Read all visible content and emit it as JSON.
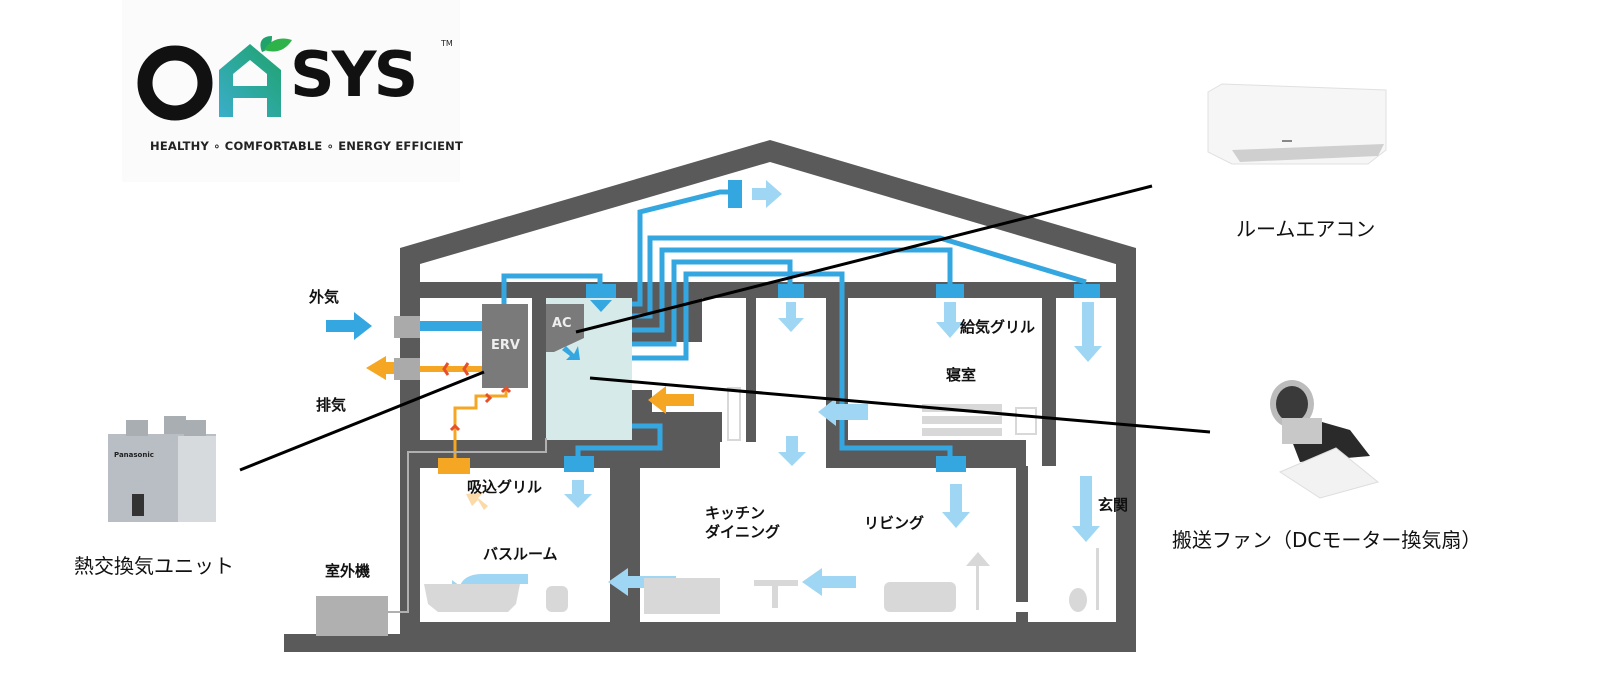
{
  "logo": {
    "brand": "OASYS",
    "letters": [
      "O",
      "A",
      "S",
      "Y",
      "S"
    ],
    "trademark": "TM",
    "tagline": "HEALTHY ∘ COMFORTABLE ∘ ENERGY EFFICIENT"
  },
  "labels": {
    "outside_air": "外気",
    "exhaust_air": "排気",
    "erv": "ERV",
    "ac": "AC",
    "supply_grille": "給気グリル",
    "bedroom": "寝室",
    "intake_grille": "吸込グリル",
    "bathroom": "バスルーム",
    "kitchen_line1": "キッチン",
    "kitchen_line2": "ダイニング",
    "living": "リビング",
    "entrance": "玄関",
    "outdoor_unit": "室外機"
  },
  "captions": {
    "room_ac": "ルームエアコン",
    "transfer_fan": "搬送ファン（DCモーター換気扇）",
    "erv_unit": "熱交換気ユニット"
  },
  "product_brand": "Panasonic",
  "colors": {
    "wall": "#5a5a5a",
    "duct_blue": "#35a7e0",
    "air_light_blue": "#9fd6f4",
    "exhaust_orange": "#f5a623",
    "arrow_red": "#e8502a",
    "ac_zone": "#d6eaea",
    "erv_box": "#7a7a7a",
    "furniture": "#d8d8d8",
    "logo_green": "#1fa26b",
    "logo_teal": "#3aaecb"
  }
}
